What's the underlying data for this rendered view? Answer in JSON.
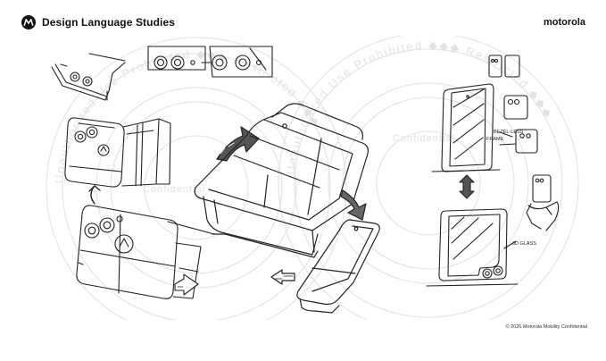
{
  "header": {
    "logo_icon": "motorola-batwing-icon",
    "title": "Design Language Studies",
    "brand": "motorola"
  },
  "watermark": {
    "outer_text": "Unauthorized Use Prohibited ◆◆◆ Restricted ◆◆◆",
    "inner_text": "Confidential"
  },
  "sketch_notes": {
    "bezel_less": "BEZEL-LESS",
    "frame": "FRAME",
    "3d_glass": "3D GLASS"
  },
  "footer": {
    "copyright": "© 2026 Motorola Mobility Confidential"
  },
  "colors": {
    "ink": "#222222",
    "watermark": "#e6e6e6",
    "background": "#ffffff"
  }
}
